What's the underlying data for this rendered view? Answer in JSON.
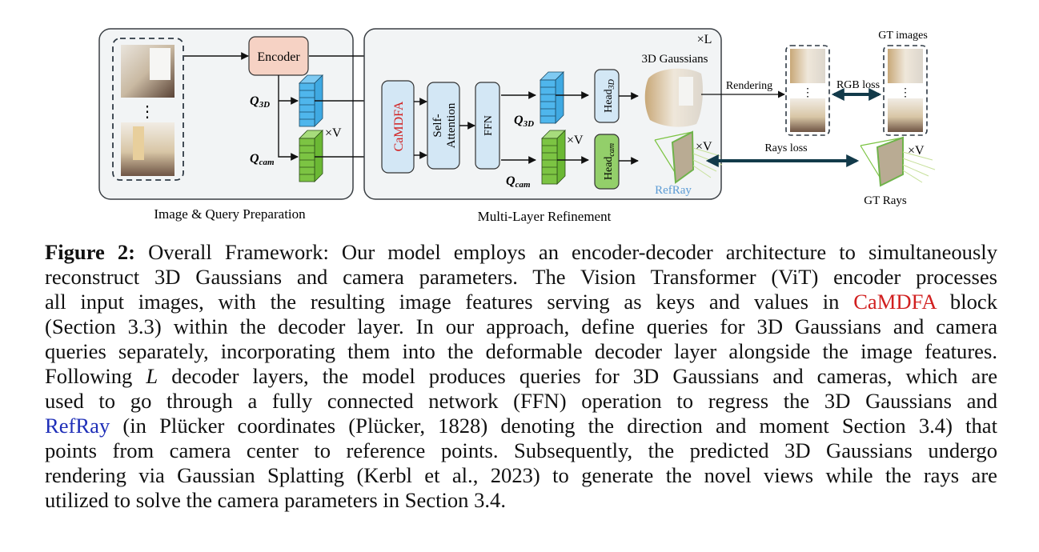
{
  "figure": {
    "panels": {
      "left_caption": "Image & Query Preparation",
      "middle_caption": "Multi-Layer Refinement"
    },
    "blocks": {
      "encoder": "Encoder",
      "camdfa": "CaMDFA",
      "self_attention_1": "Self-",
      "self_attention_2": "Attention",
      "ffn": "FFN",
      "head_3d": "Head",
      "head_3d_sub": "3D",
      "head_cam": "Head",
      "head_cam_sub": "cam"
    },
    "labels": {
      "q3d": "Q",
      "q3d_sub": "3D",
      "qcam": "Q",
      "qcam_sub": "cam",
      "times_v": "×V",
      "times_l": "×L",
      "gaussians_3d": "3D Gaussians",
      "rendering": "Rendering",
      "rgb_loss": "RGB loss",
      "gt_images": "GT images",
      "rays_loss": "Rays loss",
      "refray": "RefRay",
      "gt_rays": "GT Rays",
      "dots": "⋮"
    },
    "colors": {
      "encoder_fill": "#f6d2c4",
      "block_fill": "#d3e7f5",
      "head_cam_fill": "#93cf6a",
      "q3d_fill": "#4fb6ec",
      "qcam_fill": "#7cc443",
      "camdfa_text": "#d11f1f",
      "refray_text": "#5b9bd5",
      "panel_fill": "#f2f4f5",
      "loss_arrow": "#123a4a"
    }
  },
  "caption": {
    "label": "Figure 2:",
    "lines": [
      {
        "parts": [
          {
            "t": " Overall Framework: Our model employs an encoder-decoder architecture to simultaneously"
          }
        ]
      },
      {
        "parts": [
          {
            "t": "reconstruct 3D Gaussians and camera parameters. The Vision Transformer (ViT) encoder processes"
          }
        ]
      },
      {
        "parts": [
          {
            "t": "all input images, with the resulting image features serving as keys and values in "
          },
          {
            "t": "CaMDFA",
            "c": "red"
          },
          {
            "t": " block"
          }
        ]
      },
      {
        "parts": [
          {
            "t": "(Section 3.3) within the decoder layer. In our approach, define queries for 3D Gaussians and camera"
          }
        ]
      },
      {
        "parts": [
          {
            "t": "queries separately, incorporating them into the deformable decoder layer alongside the image features."
          }
        ]
      },
      {
        "parts": [
          {
            "t": "Following "
          },
          {
            "t": "L",
            "c": "italic"
          },
          {
            "t": " decoder layers, the model produces queries for 3D Gaussians and cameras, which are"
          }
        ]
      },
      {
        "parts": [
          {
            "t": "used to go through a fully connected network (FFN) operation to regress the 3D Gaussians and"
          }
        ]
      },
      {
        "parts": [
          {
            "t": "RefRay",
            "c": "blue"
          },
          {
            "t": " (in Plücker coordinates (Plücker, 1828) denoting the direction and moment Section 3.4) that"
          }
        ]
      },
      {
        "parts": [
          {
            "t": "points from camera center to reference points. Subsequently, the predicted 3D Gaussians undergo"
          }
        ]
      },
      {
        "parts": [
          {
            "t": "rendering via Gaussian Splatting (Kerbl et al., 2023) to generate the novel views while the rays are"
          }
        ]
      },
      {
        "parts": [
          {
            "t": "utilized to solve the camera parameters in Section 3.4."
          }
        ]
      }
    ]
  }
}
